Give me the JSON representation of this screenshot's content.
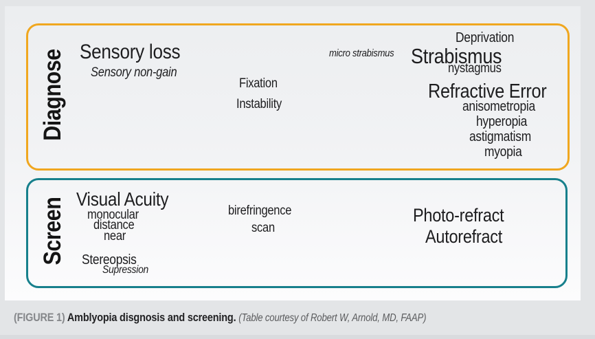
{
  "diagnose": {
    "label": "Diagnose",
    "sensory_loss": "Sensory loss",
    "sensory_non_gain": "Sensory non-gain",
    "fixation": "Fixation",
    "instability": "Instability",
    "micro_strabismus": "micro strabismus",
    "deprivation": "Deprivation",
    "strabismus": "Strabismus",
    "nystagmus": "nystagmus",
    "refractive_error": "Refractive Error",
    "anisometropia": "anisometropia",
    "hyperopia": "hyperopia",
    "astigmatism": "astigmatism",
    "myopia": "myopia"
  },
  "screen": {
    "label": "Screen",
    "visual_acuity": "Visual Acuity",
    "monocular": "monocular",
    "distance": "distance",
    "near": "near",
    "stereopsis": "Stereopsis",
    "supression": "Supression",
    "birefringence": "birefringence",
    "scan": "scan",
    "photo_refract": "Photo-refract",
    "autorefract": "Autorefract"
  },
  "caption": {
    "figure_tag": "(FIGURE 1)",
    "title": "Amblyopia disgnosis and screening.",
    "credit": "(Table courtesy of Robert W, Arnold, MD, FAAP)"
  },
  "colors": {
    "diagnose_border": "#f0a71f",
    "screen_border": "#17808c",
    "page_background": "#e3e5e7",
    "panel_gradient_top": "#eceef0",
    "panel_gradient_bottom": "#fcfcfd",
    "caption_tag_gray": "#85878a",
    "caption_credit_gray": "#5a5b5d",
    "text_black": "#1d1d1f"
  }
}
